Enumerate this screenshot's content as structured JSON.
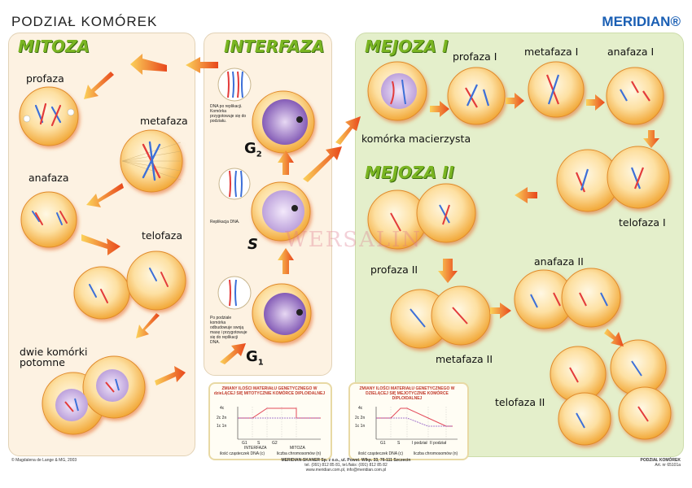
{
  "header": {
    "title": "PODZIAŁ KOMÓREK",
    "brand": "MERIDIAN®"
  },
  "sections": {
    "mitoza": "MITOZA",
    "interfaza": "INTERFAZA",
    "mejoza1": "MEJOZA I",
    "mejoza2": "MEJOZA II"
  },
  "mitosis_labels": {
    "profaza": "profaza",
    "metafaza": "metafaza",
    "anafaza": "anafaza",
    "telofaza": "telofaza",
    "daughters_line1": "dwie komórki",
    "daughters_line2": "potomne"
  },
  "interphase": {
    "g2": "G",
    "g2_sub": "2",
    "s": "S",
    "g1": "G",
    "g1_sub": "1",
    "note_g2": "DNA po replikacji. Komórka przygotowuje się do podziału.",
    "note_s": "Replikacja DNA.",
    "note_g1": "Po podziale komórka odbudowuje swoją masę i przygotowuje się do replikacji DNA."
  },
  "meiosis1_labels": {
    "profaza": "profaza I",
    "metafaza": "metafaza I",
    "anafaza": "anafaza I",
    "telofaza": "telofaza I",
    "mother": "komórka macierzysta"
  },
  "meiosis2_labels": {
    "profaza": "profaza II",
    "metafaza": "metafaza II",
    "anafaza": "anafaza II",
    "telofaza": "telofaza II"
  },
  "chart_left": {
    "title": "ZMIANY ILOŚCI MATERIAŁU GENETYCZNEGO W dzieLĄCEJ SIĘ MITOTYCZNIE KOMÓRCE DIPLOIDALNEJ",
    "ylabels": [
      "4c",
      "2c 2n",
      "1c 1n"
    ],
    "xlabels": [
      "G1",
      "S",
      "G2"
    ],
    "xgroups": [
      "INTERFAZA",
      "MITOZA"
    ],
    "legend_dna": "ilość cząsteczek DNA (c)",
    "legend_chrom": "liczba chromosomów (n)"
  },
  "chart_right": {
    "title": "ZMIANY ILOŚCI MATERIAŁU GENETYCZNEGO W DZIELĄCEJ SIĘ MEJOTYCZNIE KOMÓRCE DIPLOIDALNEJ",
    "ylabels": [
      "4c",
      "2c 2n",
      "1c 1n"
    ],
    "xlabels": [
      "G1",
      "S",
      "I podział",
      "II podział"
    ],
    "legend_dna": "ilość cząsteczek DNA (c)",
    "legend_chrom": "liczba chromosomów (n)"
  },
  "chart_data": [
    {
      "type": "line",
      "title": "ZMIANY ILOŚCI MATERIAŁU GENETYCZNEGO W dzieLĄCEJ SIĘ MITOTYCZNIE KOMÓRCE DIPLOIDALNEJ",
      "x": [
        "G1",
        "S",
        "G2",
        "MITOZA"
      ],
      "series": [
        {
          "name": "ilość cząsteczek DNA (c)",
          "values": [
            2,
            4,
            4,
            2
          ]
        },
        {
          "name": "liczba chromosomów (n)",
          "values": [
            2,
            2,
            2,
            2
          ]
        }
      ],
      "yticks": [
        "1c 1n",
        "2c 2n",
        "4c"
      ]
    },
    {
      "type": "line",
      "title": "ZMIANY ILOŚCI MATERIAŁU GENETYCZNEGO W DZIELĄCEJ SIĘ MEJOTYCZNIE KOMÓRCE DIPLOIDALNEJ",
      "x": [
        "G1",
        "S",
        "I podział",
        "II podział"
      ],
      "series": [
        {
          "name": "ilość cząsteczek DNA (c)",
          "values": [
            2,
            4,
            2,
            1
          ]
        },
        {
          "name": "liczba chromosomów (n)",
          "values": [
            2,
            2,
            1,
            1
          ]
        }
      ],
      "yticks": [
        "1c 1n",
        "2c 2n",
        "4c"
      ]
    }
  ],
  "footer": {
    "copyright": "© Magdalena de Lange & MG, 2003",
    "publisher": "MERIDIAN-SKANER Sp. z o.o., ul. Powst. Wlkp. 33, 76-111 Szczecin",
    "contact": "tel. (091) 812 85 81, tel./faks: (091) 812 85 82",
    "web": "www.meridian.com.pl, info@meridian.com.pl",
    "product": "PODZIAŁ KOMÓREK",
    "art": "Art. nr 65101a"
  },
  "watermark": "WERSALIN",
  "colors": {
    "cell_fill": "#f9c35a",
    "cell_light": "#fff3d0",
    "panel_beige": "#fdf2e2",
    "panel_green": "#e4efcb",
    "arrow": "#f07a18",
    "heading_green": "#7ab522",
    "chrom_red": "#e33a3a",
    "chrom_blue": "#3c6fd8"
  }
}
